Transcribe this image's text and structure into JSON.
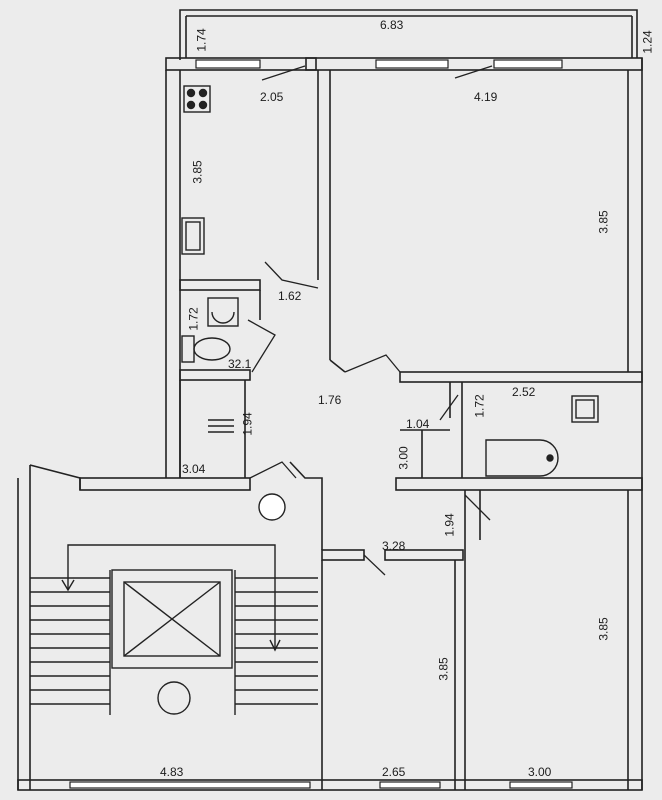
{
  "plan": {
    "dimensions": {
      "balcony_width": "6.83",
      "balcony_depth_left": "1.74",
      "balcony_depth_right": "1.24",
      "kitchen_width": "2.05",
      "kitchen_length": "3.85",
      "room1_width": "4.19",
      "room1_length": "3.85",
      "kitchen_door_width": "1.62",
      "wc_length": "1.72",
      "wc_label": "32.1",
      "hall_width": "1.76",
      "corridor_length": "1.94",
      "corridor_width": "3.04",
      "bath_width": "2.52",
      "bath_length": "1.72",
      "niche_width": "1.04",
      "closet_height": "3.00",
      "hall_length": "3.28",
      "hall_depth": "1.94",
      "room2_width": "2.65",
      "room2_length": "3.85",
      "room3_width": "3.00",
      "room3_length": "3.85",
      "stair_width": "4.83"
    }
  }
}
